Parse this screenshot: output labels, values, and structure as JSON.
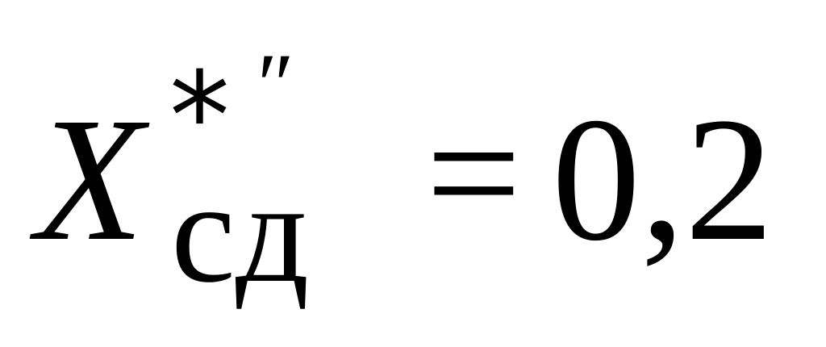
{
  "formula": {
    "variable": "X",
    "superscript_star": "*",
    "superscript_double_prime": "″",
    "subscript": "сд",
    "operator": "=",
    "value": "0,2"
  }
}
